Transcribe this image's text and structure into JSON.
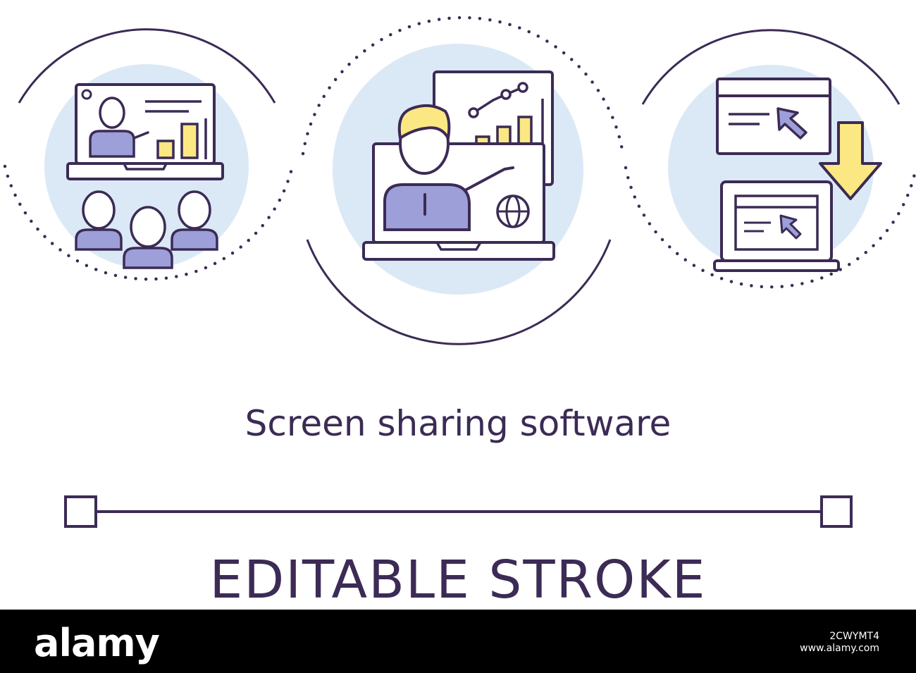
{
  "caption": {
    "title": "Screen sharing software",
    "editable_label": "EDITABLE STROKE"
  },
  "colors": {
    "stroke": "#3b2b55",
    "circle_fill": "#dbe9f6",
    "person_fill": "#9d9fd8",
    "hair_fill": "#fbe882",
    "bar_fill": "#fbe882",
    "arrow_fill": "#fbe882"
  },
  "icons": {
    "left": "video-presentation-audience-icon",
    "center": "presenter-on-laptop-icon",
    "right": "screen-to-laptop-transfer-icon"
  },
  "footer": {
    "logo": "alamy",
    "image_id": "2CWYMT4",
    "site": "www.alamy.com"
  }
}
